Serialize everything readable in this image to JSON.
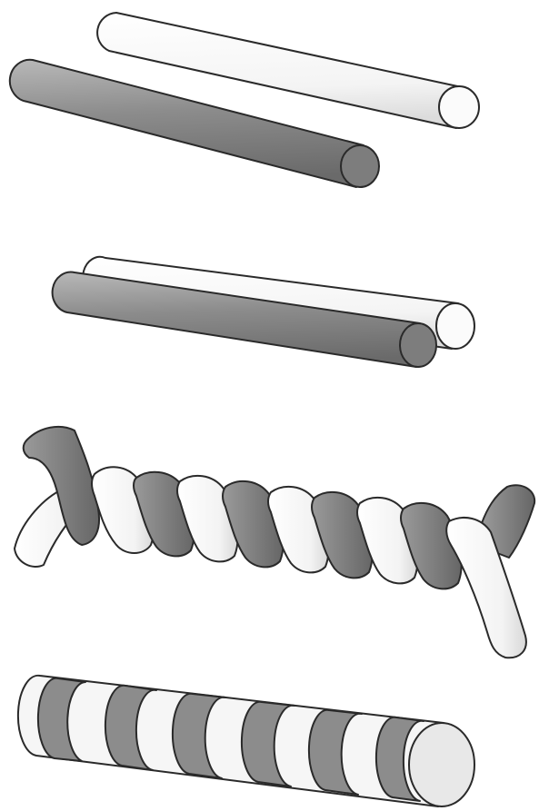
{
  "figure": {
    "panels": [
      {
        "id": "separate-strands"
      },
      {
        "id": "aligned-strands"
      },
      {
        "id": "twisted-rope"
      },
      {
        "id": "striped-rod"
      }
    ],
    "colors": {
      "background": "#ffffff",
      "outline": "#2a2a2a",
      "white_strand": "#f6f6f6",
      "white_strand_shade": "#dcdcdc",
      "gray_strand": "#8c8c8c",
      "gray_strand_light": "#b8b8b8",
      "gray_strand_dark": "#6a6a6a",
      "gray_cap": "#7d7d7d",
      "white_cap": "#fbfbfb"
    }
  }
}
